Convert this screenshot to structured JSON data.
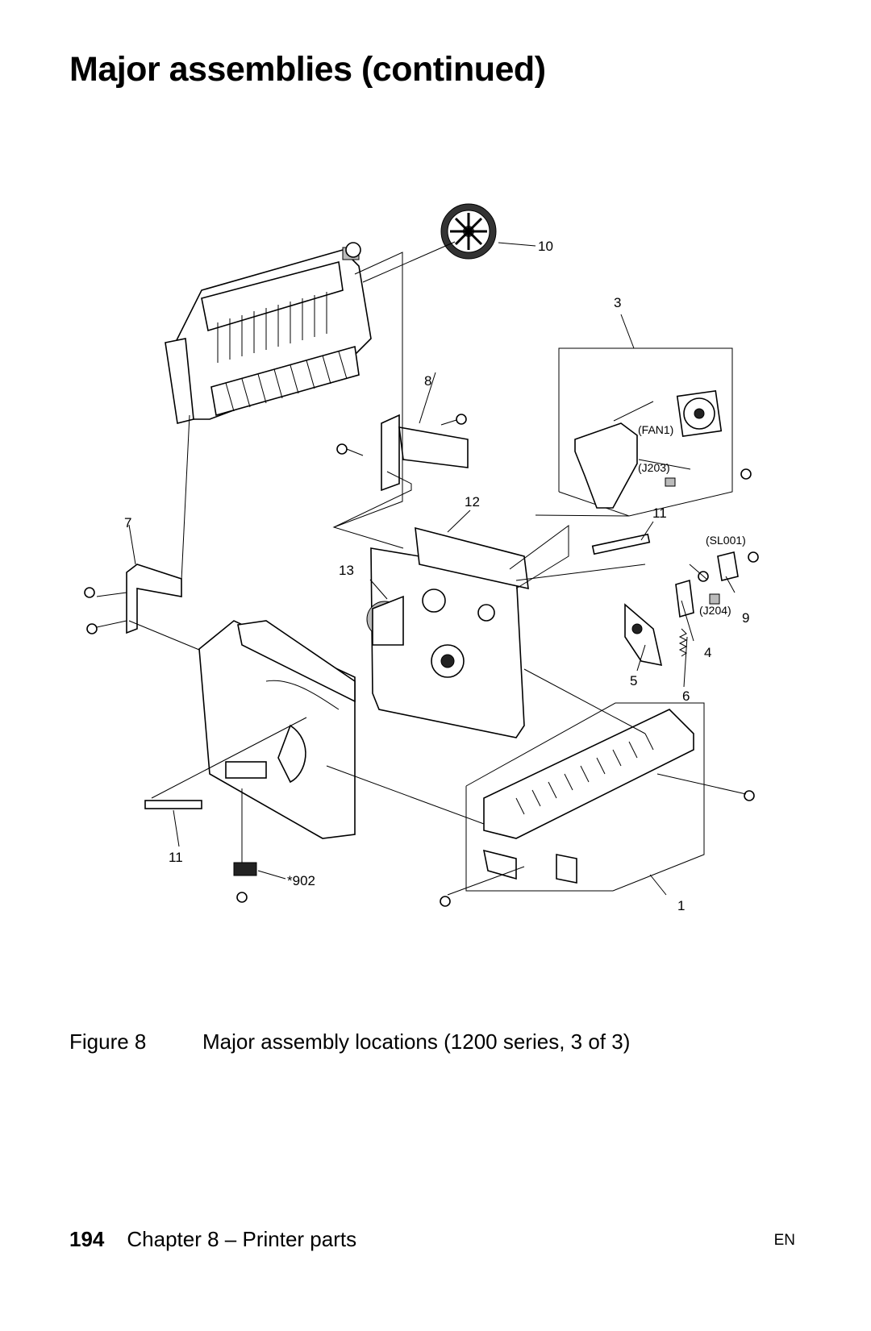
{
  "heading": "Major assemblies (continued)",
  "figure": {
    "callouts": {
      "c1": "1",
      "c3": "3",
      "c4": "4",
      "c5": "5",
      "c6": "6",
      "c7": "7",
      "c8": "8",
      "c9": "9",
      "c10": "10",
      "c11a": "11",
      "c11b": "11",
      "c12": "12",
      "c13": "13",
      "c902": "*902"
    },
    "refs": {
      "fan1": "(FAN1)",
      "j203": "(J203)",
      "sl001": "(SL001)",
      "j204": "(J204)"
    }
  },
  "caption": {
    "number": "Figure 8",
    "text": "Major assembly locations (1200 series, 3 of 3)"
  },
  "footer": {
    "page": "194",
    "chapter": "Chapter 8 –  Printer parts",
    "lang": "EN"
  }
}
